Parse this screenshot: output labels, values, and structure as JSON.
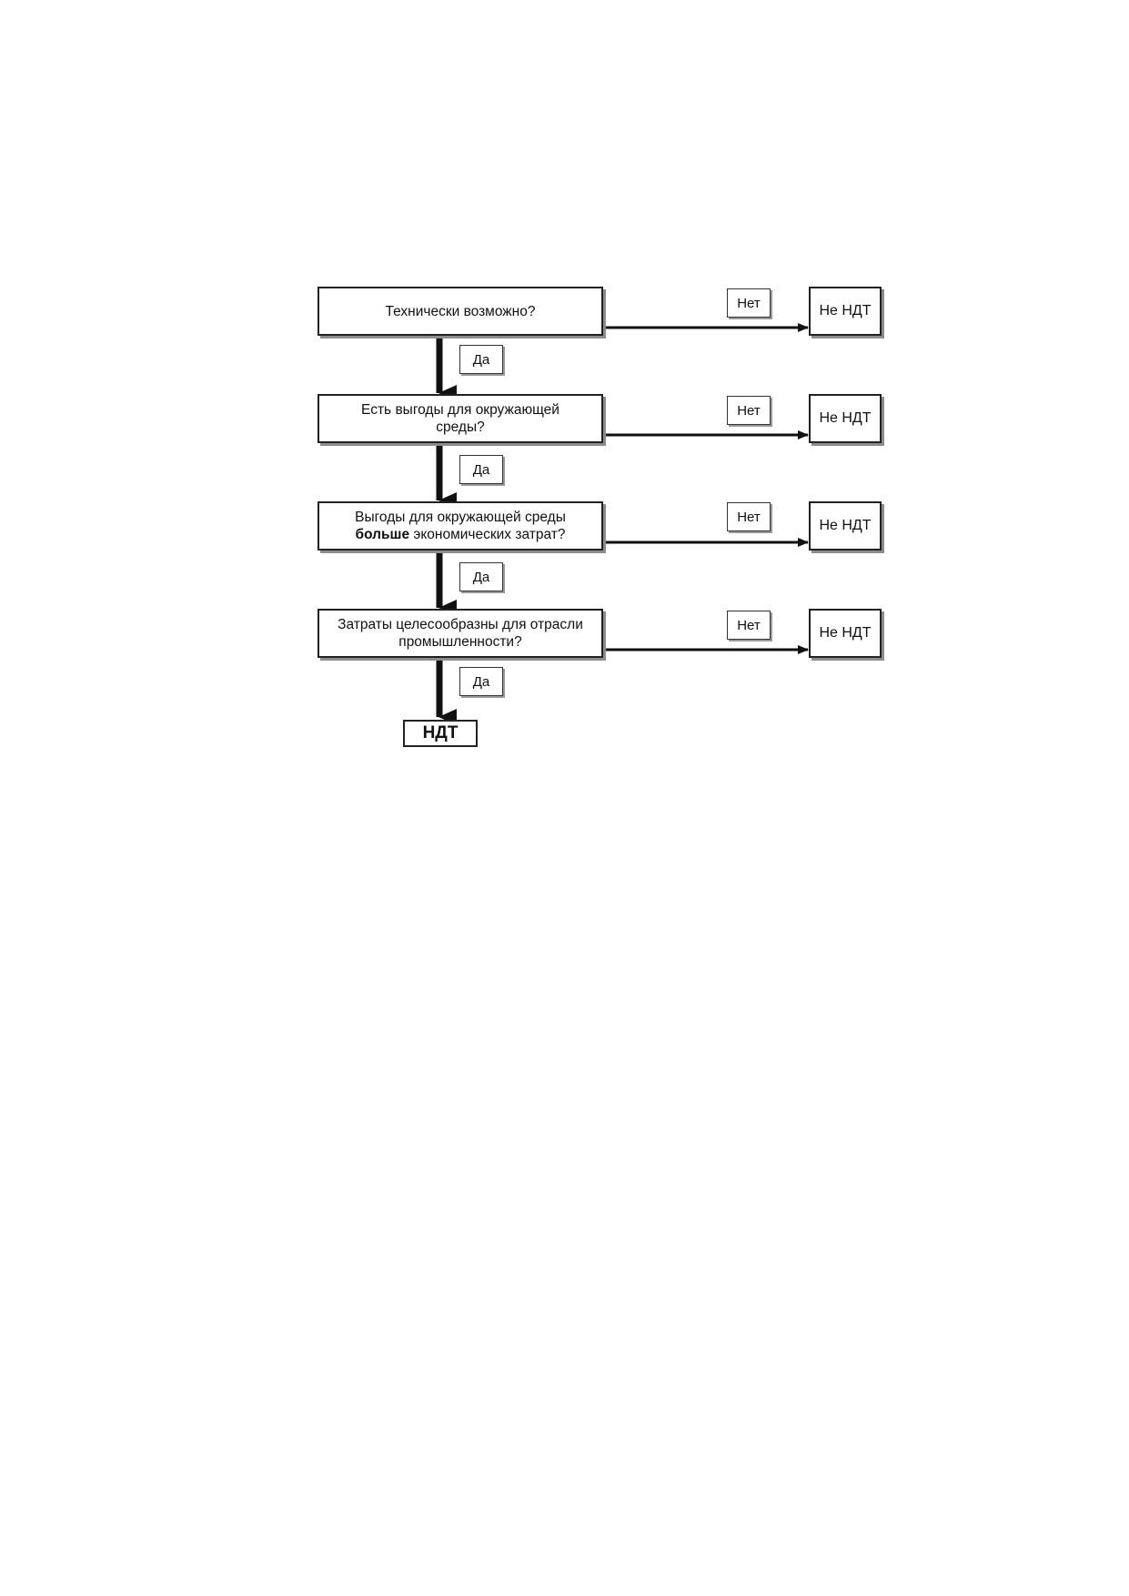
{
  "diagram": {
    "steps": [
      {
        "question_line1": "Технически возможно?",
        "question_bold": "",
        "question_line2": "",
        "no_label": "Нет",
        "no_result": "Не НДТ",
        "yes_label": "Да"
      },
      {
        "question_line1": "Есть выгоды для окружающей",
        "question_bold": "",
        "question_line2": "среды?",
        "no_label": "Нет",
        "no_result": "Не НДТ",
        "yes_label": "Да"
      },
      {
        "question_line1": "Выгоды для окружающей среды",
        "question_bold": "больше",
        "question_line2": " экономических затрат?",
        "no_label": "Нет",
        "no_result": "Не НДТ",
        "yes_label": "Да"
      },
      {
        "question_line1": "Затраты целесообразны для отрасли",
        "question_bold": "",
        "question_line2": "промышленности?",
        "no_label": "Нет",
        "no_result": "Не НДТ",
        "yes_label": "Да"
      }
    ],
    "final_result": "НДТ",
    "colors": {
      "line": "#111111",
      "border": "#222222",
      "shadow": "#8c8c8c"
    }
  }
}
